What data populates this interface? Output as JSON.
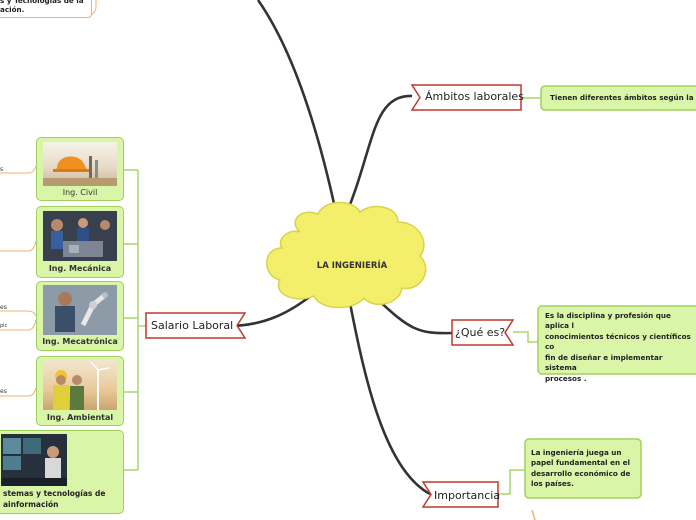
{
  "center": {
    "title": "LA INGENIERÍA"
  },
  "topics": {
    "ambitos": "Ámbitos laborales",
    "que_es": "¿Qué es?",
    "importancia": "Importancia",
    "salario": "Salario Laboral"
  },
  "notes": {
    "ambitos": "Tienen diferentes ámbitos según la c",
    "que_es": "Es la disciplina y profesión que aplica l\nconocimientos técnicos y científicos co\nfin de diseñar e implementar  sistema\nprocesos .",
    "importancia": "La ingeniería juega un\npapel fundamental en el\ndesarrollo económico de\nlos países.",
    "top_left": "s y Tecnologías de la\nación."
  },
  "cards": [
    {
      "label": "Ing. Civil",
      "fragment": "s"
    },
    {
      "label": "Ing. Mecánica",
      "fragment": ""
    },
    {
      "label": "Ing. Mecatrónica",
      "fragment": "es",
      "fragment2": "pic"
    },
    {
      "label": "Ing. Ambiental",
      "fragment": "es"
    },
    {
      "label": "stemas y tecnologías de\nainformación",
      "fragment": ""
    }
  ],
  "colors": {
    "branch": "#333333",
    "topic_border": "#c0392b",
    "cloud_fill": "#f3ef6b",
    "cloud_stroke": "#d9d24a",
    "note_fill": "#d8f5a8",
    "note_border": "#9fd15a",
    "connector": "#a6d96a"
  }
}
